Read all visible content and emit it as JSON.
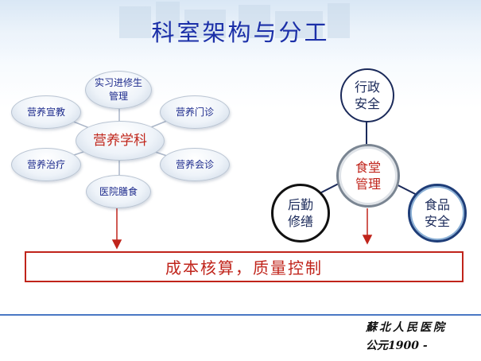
{
  "title": "科室架构与分工",
  "left_diagram": {
    "center": "营养学科",
    "nodes": {
      "top": "实习进修生\n管理",
      "upper_left": "营养宣教",
      "upper_right": "营养门诊",
      "lower_left": "营养治疗",
      "lower_right": "营养会诊",
      "bottom": "医院膳食"
    }
  },
  "right_diagram": {
    "center": "食堂\n管理",
    "top": "行政\n安全",
    "left": "后勤\n修缮",
    "right": "食品\n安全"
  },
  "banner": "成本核算，质量控制",
  "signature": {
    "line1": "蘇北人民医院",
    "line2": "公元1900 -"
  },
  "colors": {
    "title": "#1b2fa8",
    "accent_red": "#c0241b",
    "node_text": "#1c2a8c",
    "circle_border_dark": "#1b2a5a",
    "circle_border_teal": "#1e3d78"
  }
}
